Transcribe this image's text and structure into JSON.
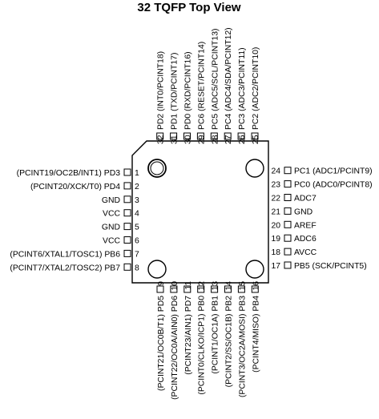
{
  "title": "32 TQFP Top View",
  "pins_left": [
    {
      "num": "1",
      "label": "(PCINT19/OC2B/INT1) PD3"
    },
    {
      "num": "2",
      "label": "(PCINT20/XCK/T0) PD4"
    },
    {
      "num": "3",
      "label": "GND"
    },
    {
      "num": "4",
      "label": "VCC"
    },
    {
      "num": "5",
      "label": "GND"
    },
    {
      "num": "6",
      "label": "VCC"
    },
    {
      "num": "7",
      "label": "(PCINT6/XTAL1/TOSC1) PB6"
    },
    {
      "num": "8",
      "label": "(PCINT7/XTAL2/TOSC2) PB7"
    }
  ],
  "pins_bottom": [
    {
      "num": "9",
      "label": "(PCINT21/OC0B/T1) PD5"
    },
    {
      "num": "10",
      "label": "(PCINT22/OC0A/AIN0) PD6"
    },
    {
      "num": "11",
      "label": "(PCINT23/AIN1) PD7"
    },
    {
      "num": "12",
      "label": "(PCINT0/CLKO/ICP1) PB0"
    },
    {
      "num": "13",
      "label": "(PCINT1/OC1A) PB1"
    },
    {
      "num": "14",
      "label": "(PCINT2/SS/OC1B) PB2"
    },
    {
      "num": "15",
      "label": "(PCINT3/OC2A/MOSI) PB3"
    },
    {
      "num": "16",
      "label": "(PCINT4/MISO) PB4"
    }
  ],
  "pins_right": [
    {
      "num": "17",
      "label": "PB5 (SCK/PCINT5)"
    },
    {
      "num": "18",
      "label": "AVCC"
    },
    {
      "num": "19",
      "label": "ADC6"
    },
    {
      "num": "20",
      "label": "AREF"
    },
    {
      "num": "21",
      "label": "GND"
    },
    {
      "num": "22",
      "label": "ADC7"
    },
    {
      "num": "23",
      "label": "PC0 (ADC0/PCINT8)"
    },
    {
      "num": "24",
      "label": "PC1 (ADC1/PCINT9)"
    }
  ],
  "pins_top": [
    {
      "num": "25",
      "label": "PC2 (ADC2/PCINT10)"
    },
    {
      "num": "26",
      "label": "PC3 (ADC3/PCINT11)"
    },
    {
      "num": "27",
      "label": "PC4 (ADC4/SDA/PCINT12)"
    },
    {
      "num": "28",
      "label": "PC5 (ADC5/SCL/PCINT13)"
    },
    {
      "num": "29",
      "label": "PC6 (RESET/PCINT14)"
    },
    {
      "num": "30",
      "label": "PD0 (RXD/PCINT16)"
    },
    {
      "num": "31",
      "label": "PD1 (TXD/PCINT17)"
    },
    {
      "num": "32",
      "label": "PD2 (INT0/PCINT18)"
    }
  ]
}
